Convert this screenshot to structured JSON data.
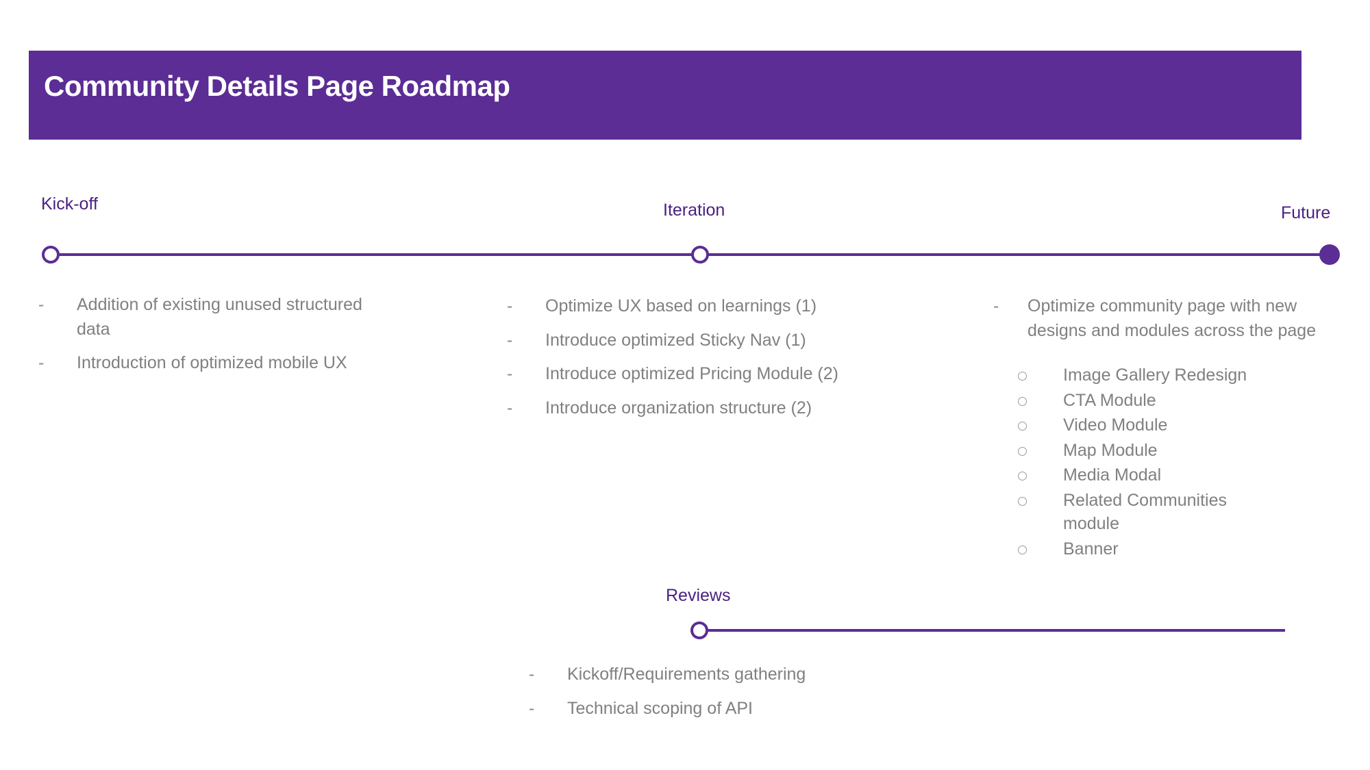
{
  "header": {
    "title": "Community Details Page Roadmap",
    "background_color": "#5B2D95",
    "text_color": "#FFFFFF"
  },
  "theme": {
    "accent_color": "#5B2D95",
    "label_color": "#4A1F82",
    "body_text_color": "#808080",
    "bullet_dash": "-",
    "sub_bullet_icon": "hollow-circle"
  },
  "main_timeline": {
    "phases": [
      {
        "label": "Kick-off",
        "marker": "hollow-circle",
        "items": [
          "Addition of existing unused structured data",
          "Introduction of optimized mobile UX"
        ]
      },
      {
        "label": "Iteration",
        "marker": "hollow-circle",
        "items": [
          "Optimize UX based on learnings (1)",
          "Introduce optimized Sticky Nav (1)",
          "Introduce optimized Pricing Module (2)",
          "Introduce organization structure (2)"
        ]
      },
      {
        "label": "Future",
        "marker": "filled-circle",
        "items": [
          "Optimize community page with new designs and modules across the page"
        ],
        "sub_items": [
          "Image Gallery Redesign",
          "CTA Module",
          "Video Module",
          "Map Module",
          "Media Modal",
          "Related Communities module",
          "Banner"
        ]
      }
    ]
  },
  "secondary_timeline": {
    "phases": [
      {
        "label": "Reviews",
        "marker": "hollow-circle",
        "items": [
          "Kickoff/Requirements gathering",
          "Technical scoping of API"
        ]
      }
    ]
  }
}
